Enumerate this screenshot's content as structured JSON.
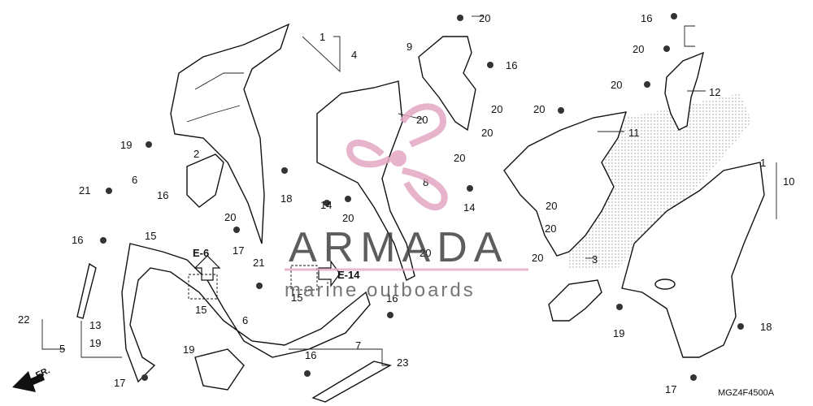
{
  "diagram": {
    "callouts": [
      "1",
      "4",
      "2",
      "19",
      "6",
      "21",
      "16",
      "16",
      "15",
      "20",
      "17",
      "22",
      "13",
      "19",
      "5",
      "17",
      "19",
      "15",
      "6",
      "21",
      "15",
      "18",
      "14",
      "20",
      "7",
      "23",
      "16",
      "16",
      "20",
      "9",
      "16",
      "20",
      "20",
      "20",
      "8",
      "20",
      "14",
      "20",
      "20",
      "11",
      "20",
      "20",
      "20",
      "3",
      "19",
      "16",
      "20",
      "20",
      "12",
      "1",
      "10",
      "18",
      "17"
    ],
    "ref_labels": [
      "E-6",
      "E-14"
    ],
    "direction_label": "FR.",
    "watermark": {
      "brand": "ARMADA",
      "tagline": "marine outboards"
    },
    "diagram_code": "MGZ4F4500A"
  }
}
